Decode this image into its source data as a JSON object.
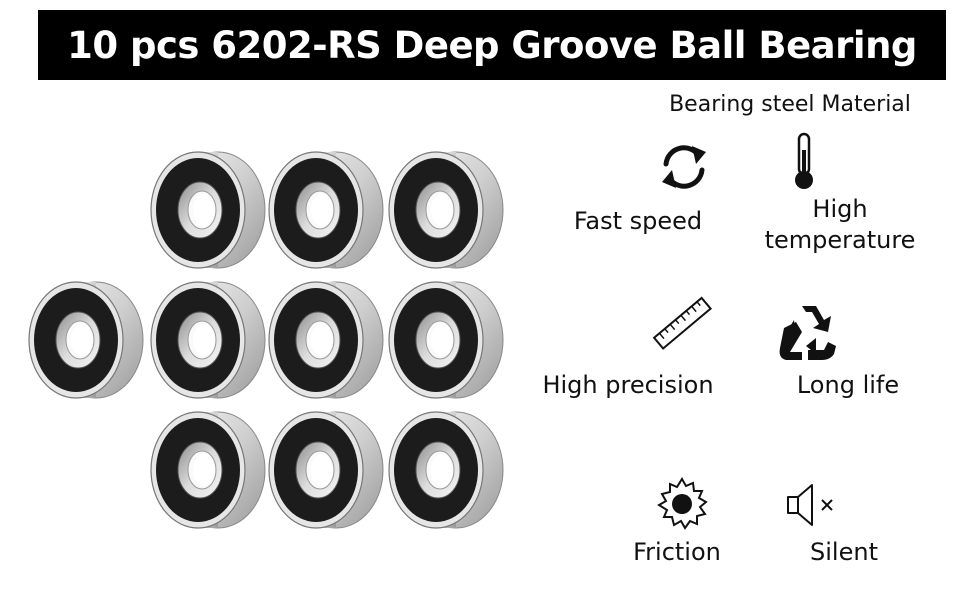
{
  "title": "10 pcs 6202-RS Deep Groove Ball Bearing",
  "material": "Bearing steel Material",
  "features": {
    "fast_speed": {
      "label": "Fast speed",
      "icon": "refresh-icon"
    },
    "high_temperature": {
      "label_line1": "High",
      "label_line2": "temperature",
      "icon": "thermometer-icon"
    },
    "high_precision": {
      "label": "High precision",
      "icon": "ruler-icon"
    },
    "long_life": {
      "label": "Long life",
      "icon": "recycle-icon"
    },
    "friction": {
      "label": "Friction",
      "icon": "gear-icon"
    },
    "silent": {
      "label": "Silent",
      "icon": "speaker-mute-icon"
    }
  },
  "product": {
    "bearing_count": 10,
    "image": "bearing-product-image"
  },
  "colors": {
    "banner": "#000000",
    "banner_text": "#ffffff",
    "seal": "#1a1a1a",
    "metal": "#d9d9d9"
  }
}
